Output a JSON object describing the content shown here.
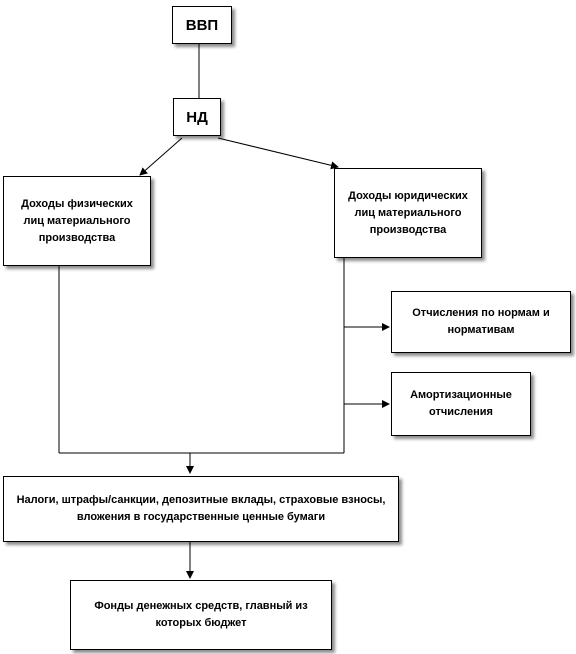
{
  "nodes": {
    "vvp": "ВВП",
    "nd": "НД",
    "individuals": "Доходы физических лиц материального производства",
    "legal": "Доходы юридических лиц материального производства",
    "deductions": "Отчисления по нормам и нормативам",
    "amortization": "Амортизационные отчисления",
    "taxes": "Налоги, штрафы/санкции, депозитные вклады, страховые взносы, вложения в государственные ценные бумаги",
    "funds": "Фонды денежных средств, главный из которых бюджет"
  },
  "edges": [
    {
      "from": "vvp",
      "to": "nd",
      "arrow": false
    },
    {
      "from": "nd",
      "to": "individuals",
      "arrow": true
    },
    {
      "from": "nd",
      "to": "legal",
      "arrow": true
    },
    {
      "from": "legal",
      "to": "deductions",
      "arrow": true
    },
    {
      "from": "legal",
      "to": "amortization",
      "arrow": true
    },
    {
      "from": "individuals",
      "to": "taxes",
      "arrow": true
    },
    {
      "from": "legal",
      "to": "taxes",
      "arrow": true
    },
    {
      "from": "taxes",
      "to": "funds",
      "arrow": true
    }
  ]
}
